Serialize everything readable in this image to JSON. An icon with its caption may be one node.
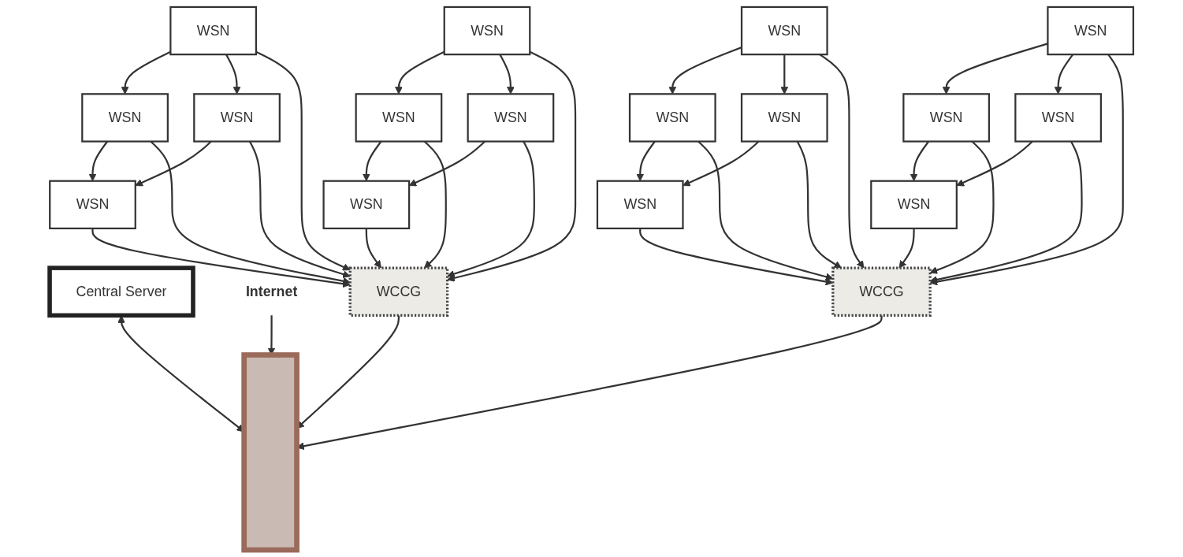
{
  "diagram": {
    "nodes": [
      {
        "text": [
          "Central Server"
        ]
      },
      {
        "text": [],
        "shape": "bar"
      },
      {
        "text": [
          "Internet"
        ]
      },
      {
        "text": [
          "WSN"
        ]
      },
      {
        "text": [
          "WSN"
        ]
      },
      {
        "text": [
          "WSN"
        ]
      },
      {
        "text": [
          "WSN"
        ]
      },
      {
        "text": [
          "WCCG"
        ]
      },
      {
        "text": [
          "WSN"
        ]
      },
      {
        "text": [
          "WSN"
        ]
      },
      {
        "text": [
          "WSN"
        ]
      },
      {
        "text": [
          "WSN"
        ]
      },
      {
        "text": [
          "WSN"
        ]
      },
      {
        "text": [
          "WSN"
        ]
      },
      {
        "text": [
          "WSN"
        ]
      },
      {
        "text": [
          "WSN"
        ]
      },
      {
        "text": [
          "WCCG"
        ]
      },
      {
        "text": [
          "WSN"
        ]
      },
      {
        "text": [
          "WSN"
        ]
      },
      {
        "text": [
          "WSN"
        ]
      },
      {
        "text": [
          "WSN"
        ]
      }
    ],
    "edges": [
      {
        "from": 0,
        "to": 1,
        "arrow": "both"
      },
      {
        "from": 2,
        "to": 1,
        "arrow": "to"
      },
      {
        "from": 3,
        "to": 4,
        "arrow": "to"
      },
      {
        "from": 5,
        "to": 3,
        "arrow": "to"
      },
      {
        "from": 6,
        "to": 4,
        "arrow": "to"
      },
      {
        "from": 5,
        "to": 6,
        "arrow": "to"
      },
      {
        "from": 3,
        "to": 7,
        "arrow": "to"
      },
      {
        "from": 4,
        "to": 7,
        "arrow": "to"
      },
      {
        "from": 5,
        "to": 7,
        "arrow": "to"
      },
      {
        "from": 6,
        "to": 7,
        "arrow": "to"
      },
      {
        "from": 7,
        "to": 1,
        "arrow": "to"
      },
      {
        "from": 10,
        "to": 8,
        "arrow": "to"
      },
      {
        "from": 11,
        "to": 9,
        "arrow": "to"
      },
      {
        "from": 8,
        "to": 9,
        "arrow": "to"
      },
      {
        "from": 10,
        "to": 11,
        "arrow": "to"
      },
      {
        "from": 8,
        "to": 7,
        "arrow": "to"
      },
      {
        "from": 10,
        "to": 7,
        "arrow": "to"
      },
      {
        "from": 9,
        "to": 7,
        "arrow": "to"
      },
      {
        "from": 11,
        "to": 7,
        "arrow": "to"
      },
      {
        "from": 12,
        "to": 13,
        "arrow": "to"
      },
      {
        "from": 14,
        "to": 12,
        "arrow": "to"
      },
      {
        "from": 15,
        "to": 13,
        "arrow": "to"
      },
      {
        "from": 14,
        "to": 15,
        "arrow": "to"
      },
      {
        "from": 12,
        "to": 16,
        "arrow": "to"
      },
      {
        "from": 13,
        "to": 16,
        "arrow": "to"
      },
      {
        "from": 14,
        "to": 16,
        "arrow": "to"
      },
      {
        "from": 15,
        "to": 16,
        "arrow": "to"
      },
      {
        "from": 16,
        "to": 1,
        "arrow": "to"
      },
      {
        "from": 19,
        "to": 17,
        "arrow": "to"
      },
      {
        "from": 20,
        "to": 18,
        "arrow": "to"
      },
      {
        "from": 17,
        "to": 18,
        "arrow": "to"
      },
      {
        "from": 19,
        "to": 20,
        "arrow": "to"
      },
      {
        "from": 17,
        "to": 16,
        "arrow": "to"
      },
      {
        "from": 19,
        "to": 16,
        "arrow": "to"
      },
      {
        "from": 18,
        "to": 16,
        "arrow": "to"
      },
      {
        "from": 20,
        "to": 16,
        "arrow": "to"
      }
    ]
  }
}
